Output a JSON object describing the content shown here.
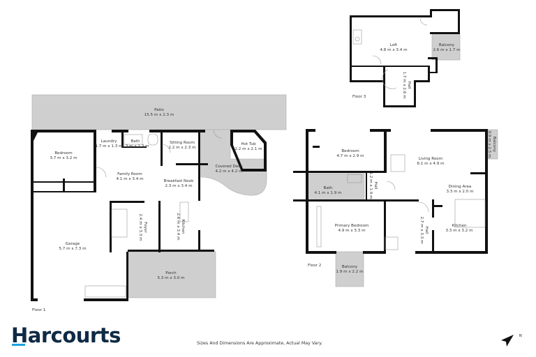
{
  "brand": {
    "name": "Harcourts",
    "accent_color": "#1aa3e0",
    "text_color": "#0f2a44"
  },
  "disclaimer": "Sizes And Dimensions Are Approximate, Actual May Vary.",
  "compass": {
    "icon": "north-arrow-icon",
    "label": "N"
  },
  "floors": {
    "floor1": {
      "label": "Floor 1",
      "rooms": {
        "patio": {
          "name": "Patio",
          "size": "15.5 m x 2.3 m"
        },
        "bedroom": {
          "name": "Bedroom",
          "size": "3.7 m x 3.2 m"
        },
        "laundry": {
          "name": "Laundry",
          "size": "1.7 m x 1.3 m"
        },
        "bath": {
          "name": "Bath",
          "size": "2.3 m x 1.3 m"
        },
        "sitting_room": {
          "name": "Sitting Room",
          "size": "2.2 m x 2.3 m"
        },
        "hot_tub": {
          "name": "Hot Tub",
          "size": "2.2 m x 2.1 m"
        },
        "covered_deck": {
          "name": "Covered Deck",
          "size": "4.2 m x 4.2 m"
        },
        "family_room": {
          "name": "Family Room",
          "size": "4.1 m x 3.4 m"
        },
        "breakfast_nook": {
          "name": "Breakfast Nook",
          "size": "2.3 m x 3.4 m"
        },
        "foyer": {
          "name": "Foyer",
          "size": "2.4 m x 3.3 m"
        },
        "kitchen": {
          "name": "Kitchen",
          "size": "2.6 m x 3.4 m"
        },
        "garage": {
          "name": "Garage",
          "size": "5.7 m x 7.3 m"
        },
        "porch": {
          "name": "Porch",
          "size": "5.3 m x 3.0 m"
        }
      }
    },
    "floor2": {
      "label": "Floor 2",
      "rooms": {
        "bedroom": {
          "name": "Bedroom",
          "size": "4.7 m x 2.9 m"
        },
        "living_room": {
          "name": "Living Room",
          "size": "6.1 m x 4.9 m"
        },
        "balcony_side": {
          "name": "Balcony",
          "size": "0.9 m x 2.5 m"
        },
        "bath": {
          "name": "Bath",
          "size": "4.1 m x 1.9 m"
        },
        "hall_upper": {
          "name": "Hall",
          "size": "1.2 m x 1.9 m"
        },
        "dining_area": {
          "name": "Dining Area",
          "size": "3.3 m x 2.0 m"
        },
        "primary_bedroom": {
          "name": "Primary Bedroom",
          "size": "4.9 m x 3.3 m"
        },
        "hall_lower": {
          "name": "Hall",
          "size": "2.7 m x 3.3 m"
        },
        "kitchen": {
          "name": "Kitchen",
          "size": "3.3 m x 3.2 m"
        },
        "balcony_front": {
          "name": "Balcony",
          "size": "1.9 m x 2.2 m"
        }
      }
    },
    "floor3": {
      "label": "Floor 3",
      "rooms": {
        "loft": {
          "name": "Loft",
          "size": "4.8 m x 3.4 m"
        },
        "balcony": {
          "name": "Balcony",
          "size": "2.6 m x 1.7 m"
        },
        "hall": {
          "name": "Hall",
          "size": "1.7 m x 2.6 m"
        }
      }
    }
  }
}
